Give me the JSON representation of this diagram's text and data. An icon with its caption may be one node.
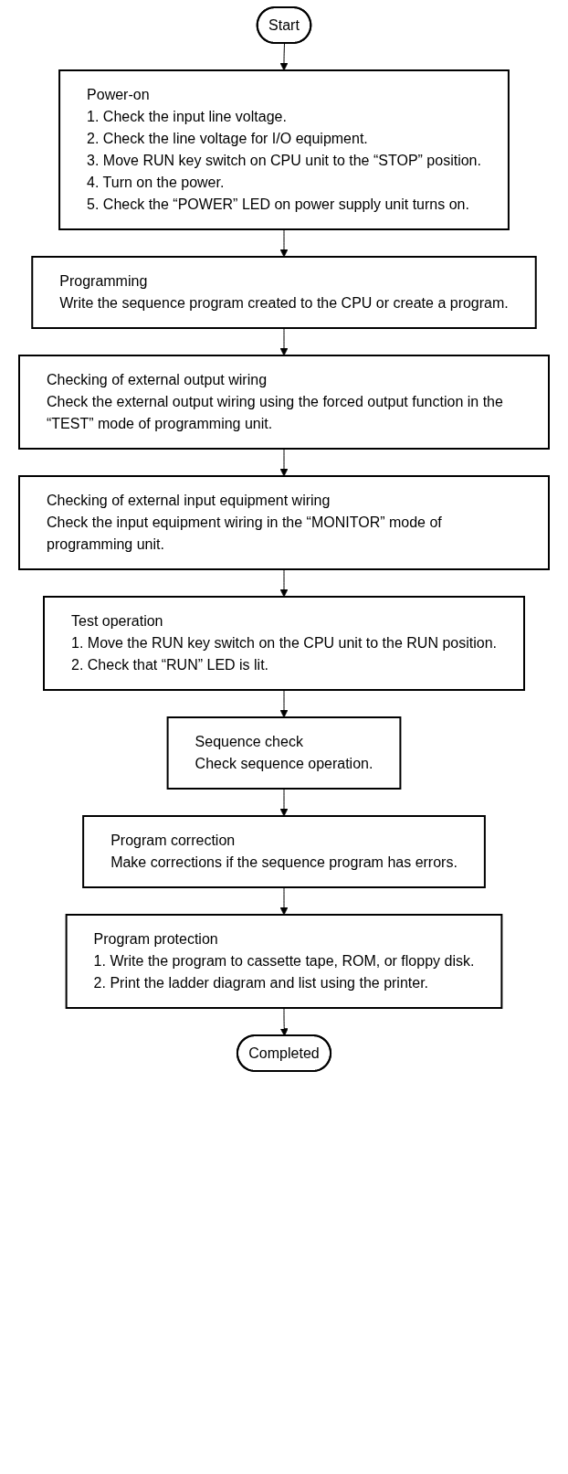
{
  "diagram": {
    "nodes": [
      {
        "text": [
          "Start"
        ]
      },
      {
        "text": [
          "Power-on",
          "1. Check the input line voltage.",
          "2. Check the line voltage for I/O equipment.",
          "3. Move RUN key switch on CPU unit to the “STOP” position.",
          "4. Turn on the power.",
          "5. Check the “POWER” LED on power supply unit turns on."
        ]
      },
      {
        "text": [
          "Programming",
          "Write the sequence program created to the CPU or create a program."
        ]
      },
      {
        "text": [
          "Checking of external output wiring",
          "Check the external output wiring using the forced output function in the “TEST” mode of programming unit."
        ]
      },
      {
        "text": [
          "Checking of external input equipment wiring",
          "Check the input equipment wiring in the “MONITOR” mode of programming unit."
        ]
      },
      {
        "text": [
          "Test operation",
          "1. Move the RUN key switch on the CPU unit to the RUN position.",
          "2. Check that “RUN” LED is lit."
        ]
      },
      {
        "text": [
          "Sequence check",
          "Check sequence operation."
        ]
      },
      {
        "text": [
          "Program correction",
          "Make corrections if the sequence program has errors."
        ]
      },
      {
        "text": [
          "Program protection",
          "1. Write the program to cassette tape, ROM, or floppy disk.",
          "2. Print the ladder diagram and list using the printer."
        ]
      },
      {
        "text": [
          "Completed"
        ]
      }
    ],
    "edges": [
      {
        "from": 0,
        "to": 1,
        "arrow": "to"
      },
      {
        "from": 1,
        "to": 2,
        "arrow": "to"
      },
      {
        "from": 2,
        "to": 3,
        "arrow": "to"
      },
      {
        "from": 3,
        "to": 4,
        "arrow": "to"
      },
      {
        "from": 4,
        "to": 5,
        "arrow": "to"
      },
      {
        "from": 5,
        "to": 6,
        "arrow": "to"
      },
      {
        "from": 6,
        "to": 7,
        "arrow": "to"
      },
      {
        "from": 7,
        "to": 8,
        "arrow": "to"
      },
      {
        "from": 8,
        "to": 9,
        "arrow": "to"
      }
    ]
  }
}
